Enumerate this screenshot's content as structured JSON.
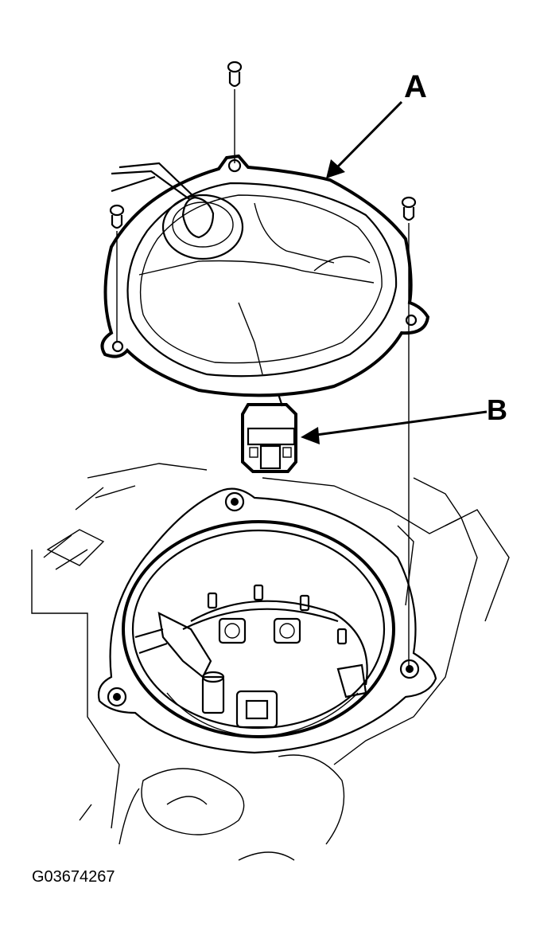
{
  "labels": {
    "a": "A",
    "b": "B"
  },
  "figure_id": "G03674267"
}
